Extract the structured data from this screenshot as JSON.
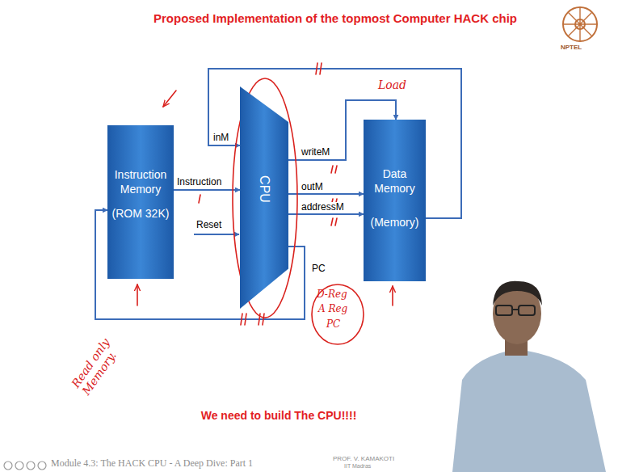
{
  "diagram": {
    "title": "Proposed Implementation of the topmost Computer HACK chip",
    "caption": "We need to build The CPU!!!!",
    "nodes": [
      {
        "text": [
          "Instruction Memory",
          "(ROM 32K)"
        ]
      },
      {
        "text": [
          "CPU"
        ]
      },
      {
        "text": [
          "Data Memory",
          "(Memory)"
        ]
      }
    ],
    "edges": [
      {
        "from": 0,
        "to": 1,
        "label": "Instruction",
        "arrow": "to"
      },
      {
        "from": 2,
        "to": 1,
        "label": "inM",
        "arrow": "to"
      },
      {
        "from": 1,
        "to": 2,
        "label": "writeM",
        "arrow": "to"
      },
      {
        "from": 1,
        "to": 2,
        "label": "outM",
        "arrow": "to"
      },
      {
        "from": 1,
        "to": 2,
        "label": "addressM",
        "arrow": "to"
      },
      {
        "from": 1,
        "to": 0,
        "label": "PC",
        "arrow": "to"
      }
    ],
    "labels": [
      "NPTEL",
      "Reset",
      "Load",
      "D-Reg",
      "A Reg",
      "PC",
      "Read only Memory.",
      "Module 4.3: The HACK CPU - A Deep Dive: Part 1",
      "PROF. V. KAMAKOTI",
      "IIT Madras"
    ]
  }
}
